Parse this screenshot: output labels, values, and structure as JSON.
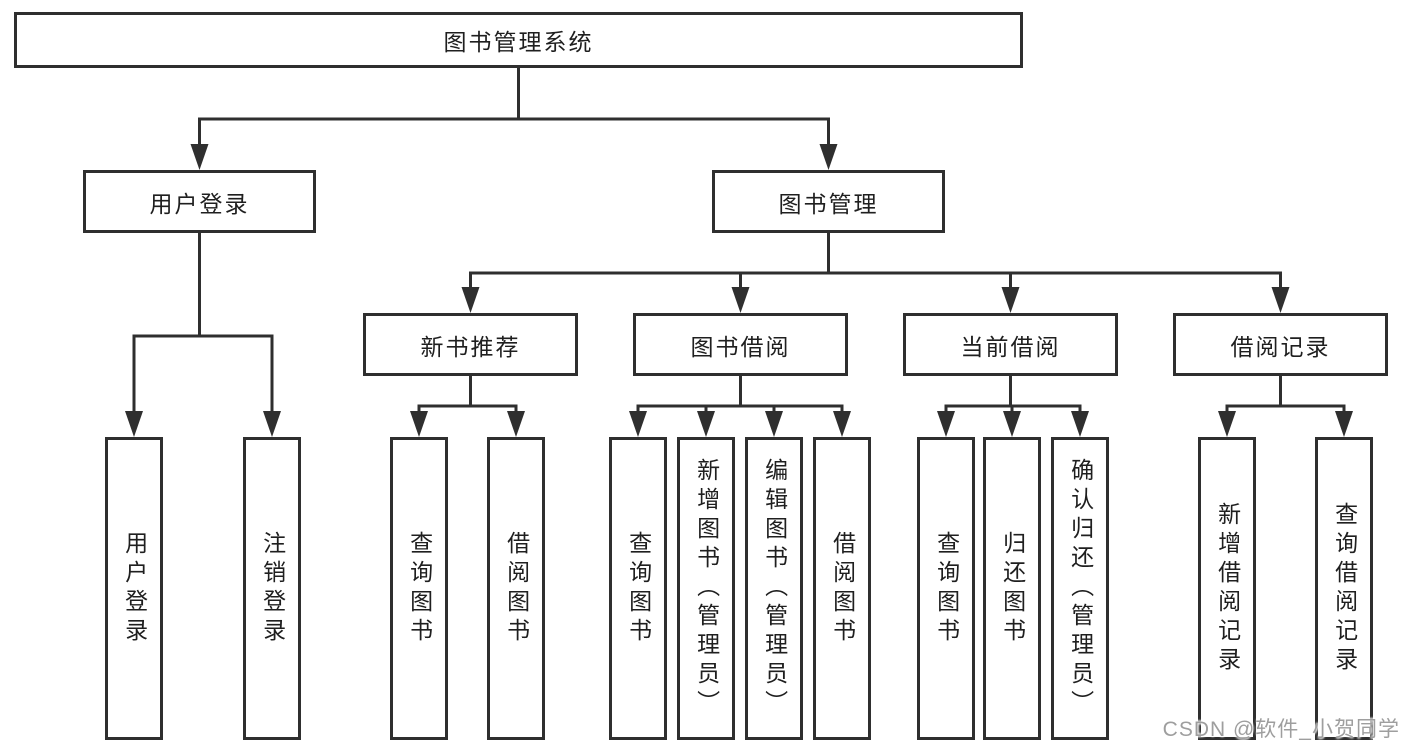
{
  "colors": {
    "line": "#2f2f2f",
    "text": "#1f1f1f",
    "watermark": "#9e9e9e",
    "background": "#ffffff"
  },
  "tree": {
    "root": "图书管理系统",
    "children": [
      {
        "label": "用户登录",
        "children": [
          "用户登录",
          "注销登录"
        ]
      },
      {
        "label": "图书管理",
        "children": [
          {
            "label": "新书推荐",
            "children": [
              "查询图书",
              "借阅图书"
            ]
          },
          {
            "label": "图书借阅",
            "children": [
              "查询图书",
              "新增图书（管理员）",
              "编辑图书（管理员）",
              "借阅图书"
            ]
          },
          {
            "label": "当前借阅",
            "children": [
              "查询图书",
              "归还图书",
              "确认归还（管理员）"
            ]
          },
          {
            "label": "借阅记录",
            "children": [
              "新增借阅记录",
              "查询借阅记录"
            ]
          }
        ]
      }
    ]
  },
  "watermark": {
    "text": "CSDN @软件_小贺同学"
  }
}
